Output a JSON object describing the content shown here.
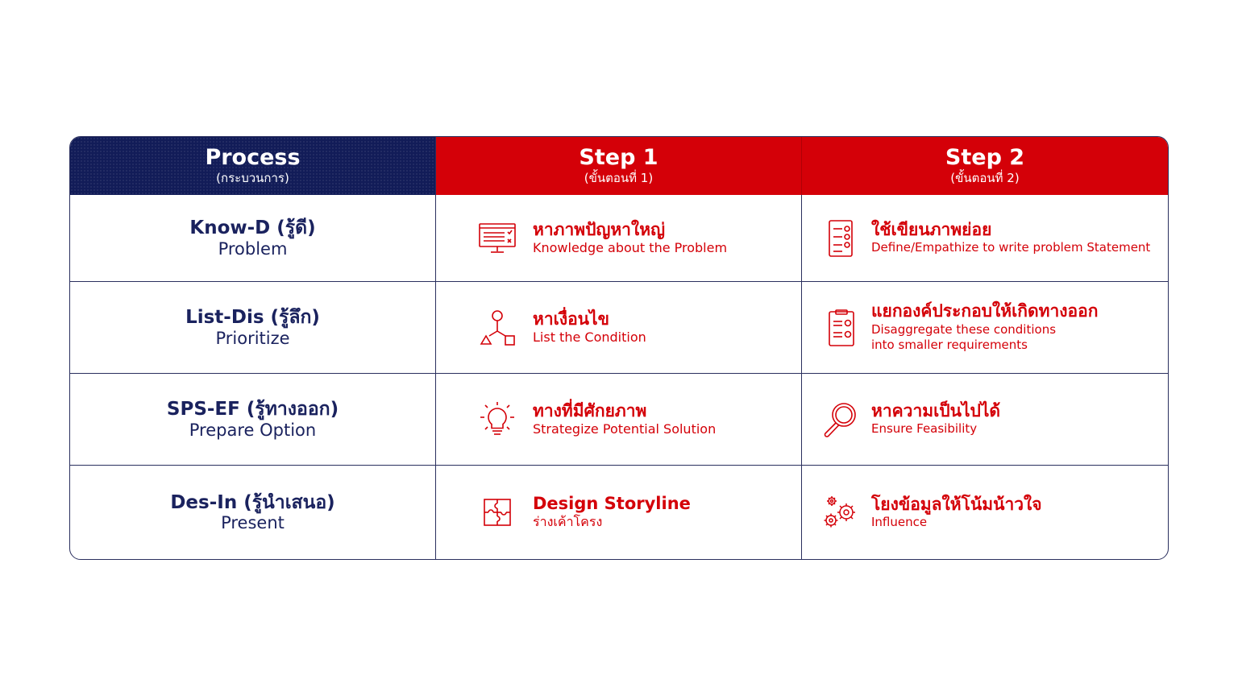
{
  "header": {
    "process": {
      "title": "Process",
      "sub": "(กระบวนการ)"
    },
    "step1": {
      "title": "Step 1",
      "sub": "(ขั้นตอนที่ 1)"
    },
    "step2": {
      "title": "Step 2",
      "sub": "(ขั้นตอนที่ 2)"
    }
  },
  "rows": [
    {
      "process": {
        "title": "Know-D (รู้ดี)",
        "sub": "Problem"
      },
      "step1": {
        "icon": "monitor-checklist-icon",
        "title": "หาภาพปัญหาใหญ่",
        "sub": "Knowledge about the Problem"
      },
      "step2": {
        "icon": "checklist-document-icon",
        "title": "ใช้เขียนภาพย่อย",
        "sub": "Define/Empathize to write problem Statement"
      }
    },
    {
      "process": {
        "title": "List-Dis (รู้ลึก)",
        "sub": "Prioritize"
      },
      "step1": {
        "icon": "shapes-network-icon",
        "title": "หาเงื่อนไข",
        "sub": "List the Condition"
      },
      "step2": {
        "icon": "clipboard-checklist-icon",
        "title": "แยกองค์ประกอบให้เกิดทางออก",
        "sub": "Disaggregate these conditions",
        "sub2": "into smaller requirements"
      }
    },
    {
      "process": {
        "title": "SPS-EF (รู้ทางออก)",
        "sub": "Prepare Option"
      },
      "step1": {
        "icon": "lightbulb-icon",
        "title": "ทางที่มีศักยภาพ",
        "sub": "Strategize Potential Solution"
      },
      "step2": {
        "icon": "magnifier-icon",
        "title": "หาความเป็นไปได้",
        "sub": "Ensure Feasibility"
      }
    },
    {
      "process": {
        "title": "Des-In (รู้นำเสนอ)",
        "sub": "Present"
      },
      "step1": {
        "icon": "puzzle-icon",
        "title": "Design Storyline",
        "sub": "ร่างเค้าโครง"
      },
      "step2": {
        "icon": "gears-icon",
        "title": "โยงข้อมูลให้โน้มน้าวใจ",
        "sub": "Influence"
      }
    }
  ],
  "colors": {
    "navy": "#121c58",
    "red": "#d40008",
    "border": "#2a2f5e"
  }
}
